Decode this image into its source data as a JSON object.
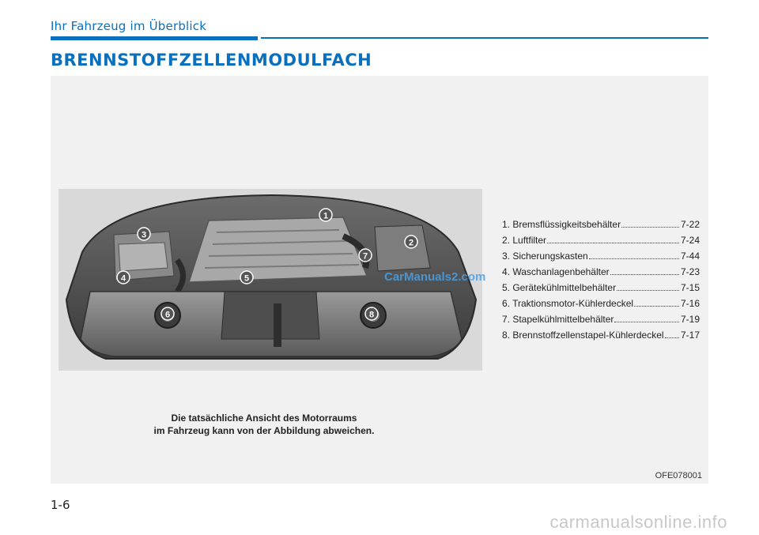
{
  "header": {
    "section": "Ihr Fahrzeug im Überblick",
    "title": "BRENNSTOFFZELLENMODULFACH"
  },
  "figure": {
    "callouts": [
      "1",
      "2",
      "3",
      "4",
      "5",
      "6",
      "7",
      "8"
    ],
    "legend": [
      {
        "label": "1. Bremsflüssigkeitsbehälter",
        "page": "7-22"
      },
      {
        "label": "2. Luftfilter",
        "page": "7-24"
      },
      {
        "label": "3. Sicherungskasten",
        "page": "7-44"
      },
      {
        "label": "4. Waschanlagenbehälter",
        "page": "7-23"
      },
      {
        "label": "5. Gerätekühlmittelbehälter",
        "page": "7-15"
      },
      {
        "label": "6. Traktionsmotor-Kühlerdeckel",
        "page": "7-16"
      },
      {
        "label": "7. Stapelkühlmittelbehälter",
        "page": "7-19"
      },
      {
        "label": "8. Brennstoffzellenstapel-Kühlerdeckel",
        "page": "7-17"
      }
    ],
    "caption_line1": "Die tatsächliche Ansicht des Motorraums",
    "caption_line2": "im Fahrzeug kann von der Abbildung abweichen.",
    "code": "OFE078001"
  },
  "footer": {
    "page_number": "1-6"
  },
  "watermarks": {
    "top": "CarManuals2.com",
    "bottom": "carmanualsonline.info"
  },
  "colors": {
    "accent": "#0a6fbd",
    "panel": "#f1f1f1"
  }
}
